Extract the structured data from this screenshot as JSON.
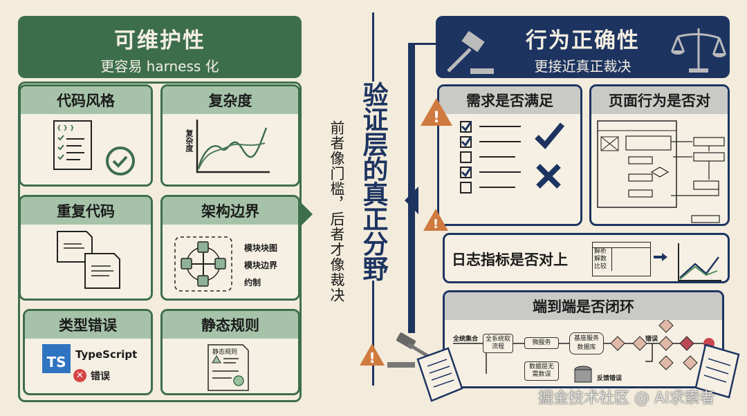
{
  "left": {
    "title": "可维护性",
    "subtitle": "更容易 harness 化",
    "cards": [
      {
        "title": "代码风格"
      },
      {
        "title": "复杂度",
        "axis_label": "复杂度"
      },
      {
        "title": "重复代码"
      },
      {
        "title": "架构边界",
        "labels": [
          "模块块图",
          "模块边界",
          "约制"
        ]
      },
      {
        "title": "类型错误",
        "ts_badge": "TS",
        "ts_name": "TypeScript",
        "error_label": "错误"
      },
      {
        "title": "静态规则",
        "doc_label": "静态规则"
      }
    ],
    "color": "#3d6e4c"
  },
  "center": {
    "title": "验证层的真正分野",
    "subtitle": "前者像门槛，后者才像裁决",
    "color": "#1d3461"
  },
  "right": {
    "title": "行为正确性",
    "subtitle": "更接近真正裁决",
    "cards": [
      {
        "title": "需求是否满足"
      },
      {
        "title": "页面行为是否对"
      },
      {
        "title": "日志指标是否对上",
        "panel_lines": [
          "解析",
          "解数",
          "比较"
        ]
      },
      {
        "title": "端到端是否闭环",
        "flow": {
          "input": "全统集合",
          "n1": "全系统软流程",
          "n2": "微服务",
          "db_top": "基座服务",
          "db": "数据库",
          "n3": "数据层无需数误",
          "err": "错误",
          "feedback": "反馈错误"
        }
      }
    ],
    "color": "#1d3461",
    "warning_color": "#cf7a3f"
  },
  "watermark": "掘金技术社区 @ AI求索者"
}
